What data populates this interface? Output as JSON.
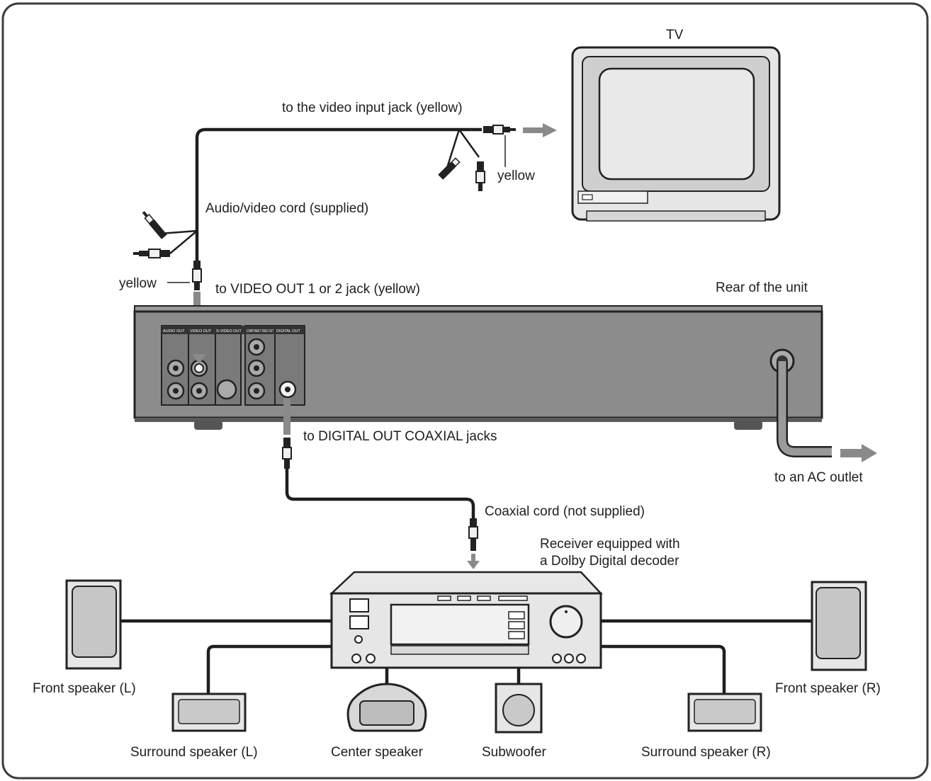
{
  "devices": {
    "tv": "TV",
    "rear_of_unit": "Rear of the unit",
    "receiver_line1": "Receiver equipped with",
    "receiver_line2": "a Dolby Digital decoder"
  },
  "cables": {
    "video_input_jack": "to the video input jack (yellow)",
    "plug_color_tv": "yellow",
    "av_cord": "Audio/video cord (supplied)",
    "plug_color_unit": "yellow",
    "video_out_jack": "to VIDEO OUT 1 or 2 jack (yellow)",
    "digital_out": "to DIGITAL OUT COAXIAL  jacks",
    "ac_outlet": "to an AC outlet",
    "coaxial_cord": "Coaxial cord (not supplied)"
  },
  "panel_sections": {
    "audio_out": "AUDIO OUT",
    "video_out": "VIDEO OUT",
    "s_video_out": "S-VIDEO OUT",
    "component_video_out": "COMPONENT VIDEO OUT",
    "digital_out": "DIGITAL OUT"
  },
  "speakers": {
    "front_left": "Front speaker (L)",
    "front_right": "Front speaker (R)",
    "surround_left": "Surround speaker (L)",
    "center": "Center speaker",
    "subwoofer": "Subwoofer",
    "surround_right": "Surround speaker (R)"
  }
}
